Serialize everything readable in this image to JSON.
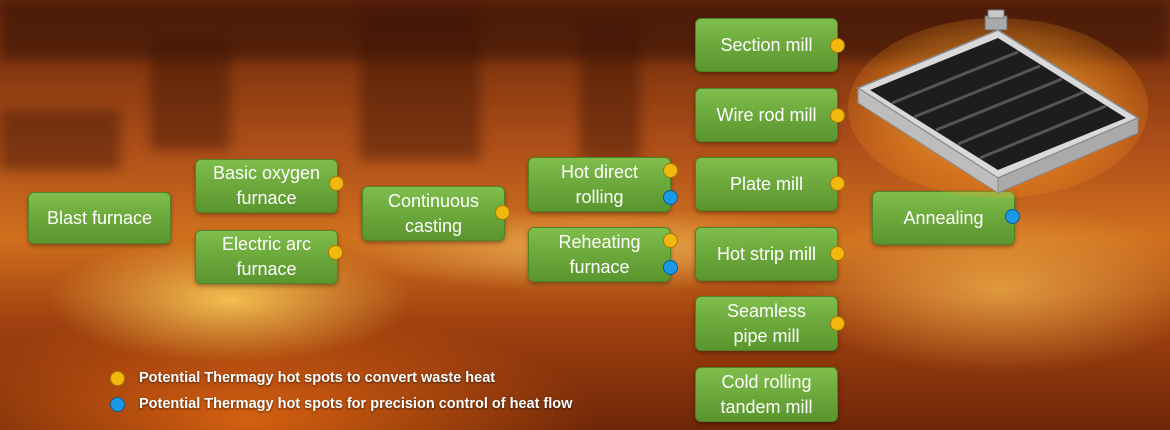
{
  "nodes": {
    "blast_furnace": "Blast furnace",
    "basic_oxygen_furnace": "Basic oxygen\nfurnace",
    "electric_arc_furnace": "Electric arc\nfurnace",
    "continuous_casting": "Continuous\ncasting",
    "hot_direct_rolling": "Hot direct\nrolling",
    "reheating_furnace": "Reheating\nfurnace",
    "section_mill": "Section mill",
    "wire_rod_mill": "Wire rod mill",
    "plate_mill": "Plate mill",
    "hot_strip_mill": "Hot strip mill",
    "seamless_pipe_mill": "Seamless\npipe mill",
    "cold_rolling_tandem_mill": "Cold rolling\ntandem mill",
    "annealing": "Annealing"
  },
  "legend": {
    "waste_heat": "Potential Thermagy hot spots to convert waste heat",
    "precision_control": "Potential Thermagy hot spots for precision control of heat flow"
  },
  "colors": {
    "node_green": "#6aa63a",
    "waste_heat_dot": "#f2b80e",
    "precision_control_dot": "#1a9ae6"
  },
  "icons": {
    "heater": "thermagy-panel-heater-icon"
  }
}
